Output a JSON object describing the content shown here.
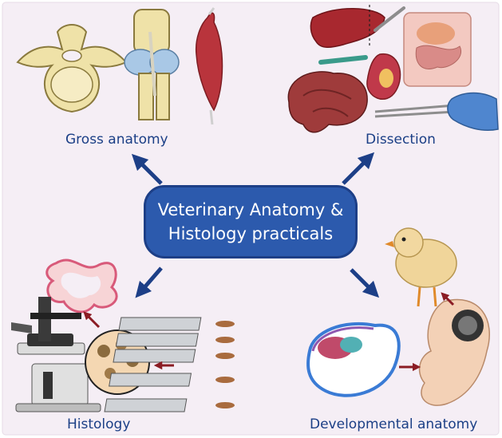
{
  "center": {
    "line1": "Veterinary Anatomy &",
    "line2": "Histology practicals"
  },
  "labels": {
    "gross_anatomy": "Gross anatomy",
    "dissection": "Dissection",
    "histology": "Histology",
    "developmental_anatomy": "Developmental anatomy"
  },
  "colors": {
    "background": "#f5eef5",
    "center_box": "#2c5aad",
    "label_text": "#1b3f86",
    "arrow_blue": "#1d3f87",
    "arrow_red": "#8b1c24"
  }
}
